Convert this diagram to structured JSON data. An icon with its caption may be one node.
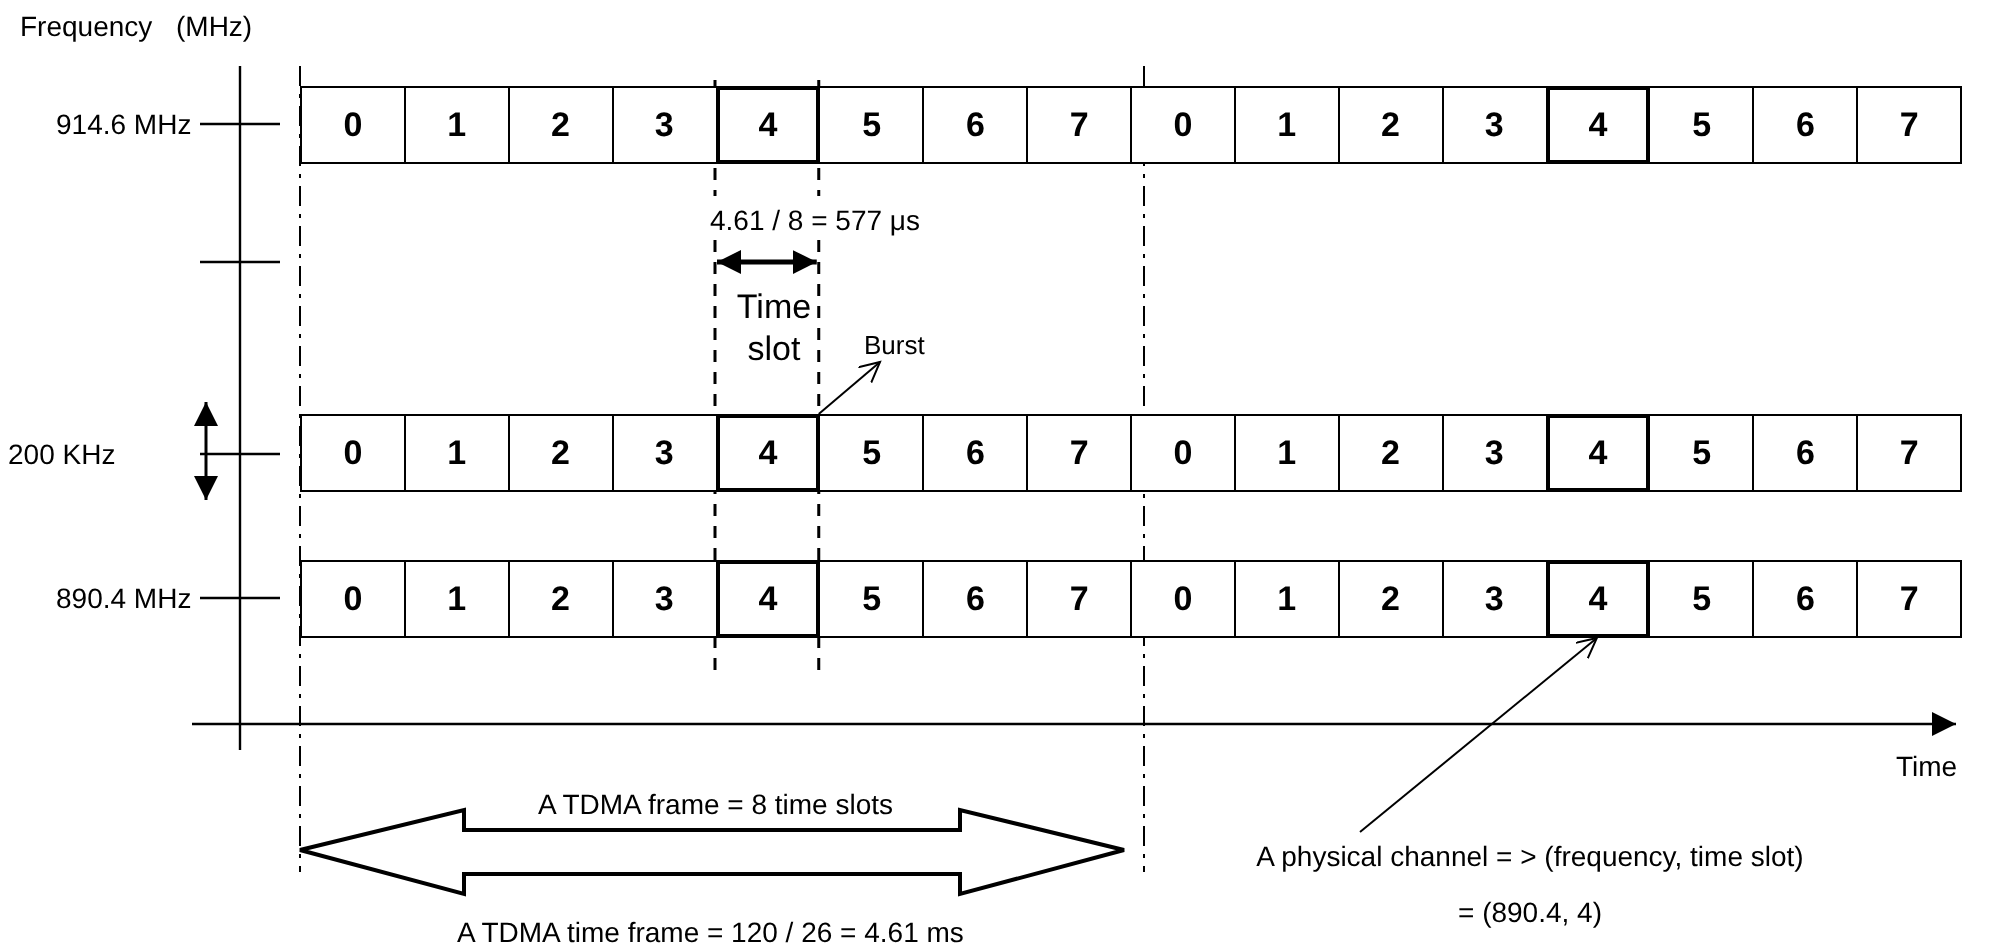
{
  "diagram": {
    "nodes": [
      {
        "text": [
          "0"
        ]
      },
      {
        "text": [
          "1"
        ]
      },
      {
        "text": [
          "2"
        ]
      },
      {
        "text": [
          "3"
        ]
      },
      {
        "text": [
          "4"
        ]
      },
      {
        "text": [
          "5"
        ]
      },
      {
        "text": [
          "6"
        ]
      },
      {
        "text": [
          "7"
        ]
      },
      {
        "text": [
          "0"
        ]
      },
      {
        "text": [
          "1"
        ]
      },
      {
        "text": [
          "2"
        ]
      },
      {
        "text": [
          "3"
        ]
      },
      {
        "text": [
          "4"
        ]
      },
      {
        "text": [
          "5"
        ]
      },
      {
        "text": [
          "6"
        ]
      },
      {
        "text": [
          "7"
        ]
      },
      {
        "text": [
          "0"
        ]
      },
      {
        "text": [
          "1"
        ]
      },
      {
        "text": [
          "2"
        ]
      },
      {
        "text": [
          "3"
        ]
      },
      {
        "text": [
          "4"
        ]
      },
      {
        "text": [
          "5"
        ]
      },
      {
        "text": [
          "6"
        ]
      },
      {
        "text": [
          "7"
        ]
      },
      {
        "text": [
          "0"
        ]
      },
      {
        "text": [
          "1"
        ]
      },
      {
        "text": [
          "2"
        ]
      },
      {
        "text": [
          "3"
        ]
      },
      {
        "text": [
          "4"
        ]
      },
      {
        "text": [
          "5"
        ]
      },
      {
        "text": [
          "6"
        ]
      },
      {
        "text": [
          "7"
        ]
      },
      {
        "text": [
          "0"
        ]
      },
      {
        "text": [
          "1"
        ]
      },
      {
        "text": [
          "2"
        ]
      },
      {
        "text": [
          "3"
        ]
      },
      {
        "text": [
          "4"
        ]
      },
      {
        "text": [
          "5"
        ]
      },
      {
        "text": [
          "6"
        ]
      },
      {
        "text": [
          "7"
        ]
      },
      {
        "text": [
          "0"
        ]
      },
      {
        "text": [
          "1"
        ]
      },
      {
        "text": [
          "2"
        ]
      },
      {
        "text": [
          "3"
        ]
      },
      {
        "text": [
          "4"
        ]
      },
      {
        "text": [
          "5"
        ]
      },
      {
        "text": [
          "6"
        ]
      },
      {
        "text": [
          "7"
        ]
      },
      {
        "text": [
          "Burst"
        ]
      },
      {
        "text": [
          "A physical channel = > (frequency, time slot)",
          "= (890.4, 4)"
        ]
      }
    ],
    "edges": [
      {
        "from": 20,
        "to": 48,
        "arrow": "to"
      },
      {
        "from": 49,
        "to": 44,
        "arrow": "to"
      }
    ],
    "labels": [
      "Frequency",
      "(MHz)",
      "914.6 MHz",
      "4.61 / 8 = 577 μs",
      "Time slot",
      "200 KHz",
      "890.4 MHz",
      "Time",
      "A TDMA frame = 8 time slots",
      "A TDMA time frame = 120 / 26 = 4.61 ms"
    ]
  }
}
